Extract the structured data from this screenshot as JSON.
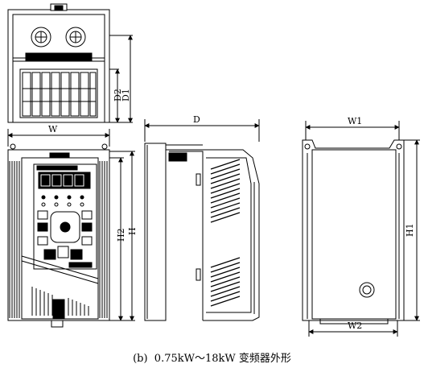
{
  "dimensions": {
    "top_view_depth_inner": "D2",
    "top_view_depth_outer": "D1",
    "front_width": "W",
    "front_height_inner": "H2",
    "front_height_outer": "H",
    "side_depth": "D",
    "back_width_top": "W1",
    "back_width_bottom": "W2",
    "back_height": "H1"
  },
  "caption": "(b)  0.75kW～18kW 变频器外形"
}
